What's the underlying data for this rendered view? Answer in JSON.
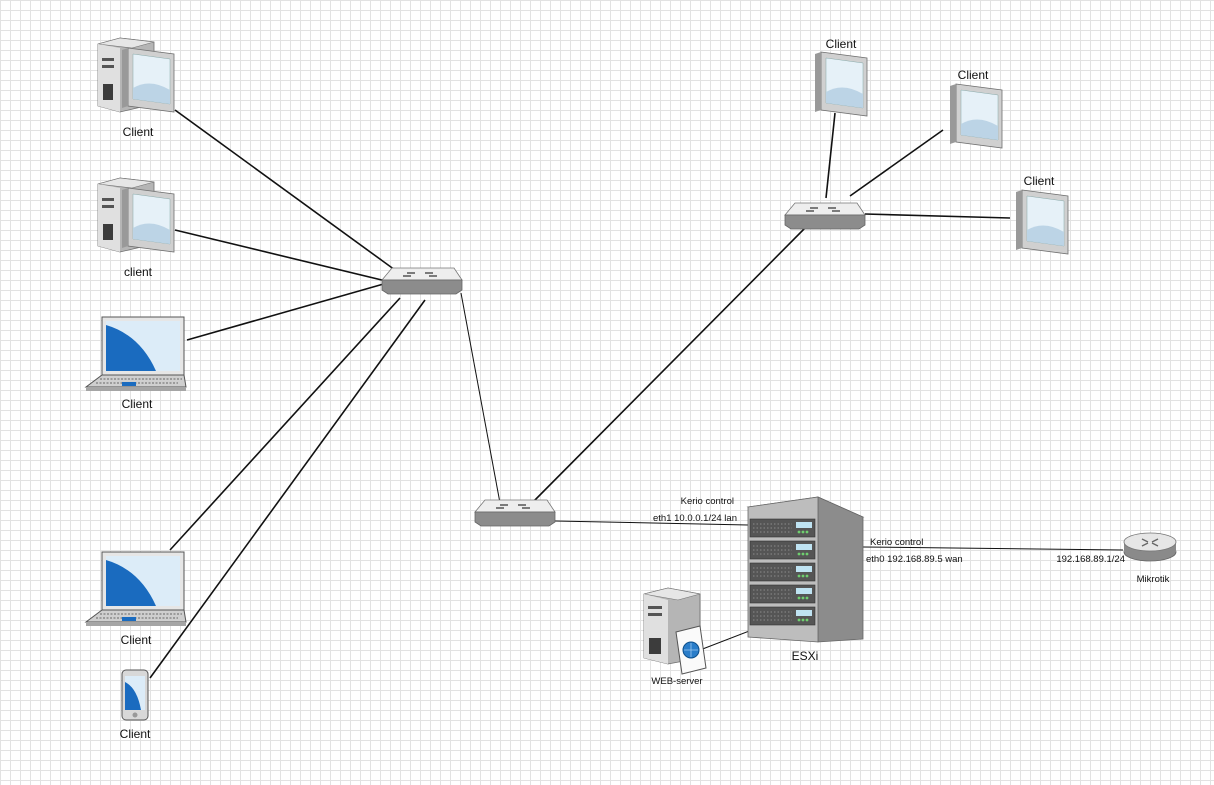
{
  "nodes": {
    "client_pc_1": "Client",
    "client_pc_2": "client",
    "client_laptop_1": "Client",
    "client_laptop_2": "Client",
    "client_phone": "Client",
    "client_pc_r1": "Client",
    "client_pc_r2": "Client",
    "client_pc_r3": "Client",
    "esxi": "ESXi",
    "web_server": "WEB-server",
    "mikrotik": "Mikrotik"
  },
  "links": {
    "lan_title": "Kerio control",
    "lan_iface": "eth1 10.0.0.1/24 lan",
    "wan_title": "Kerio control",
    "wan_iface": "eth0 192.168.89.5 wan",
    "mikrotik_ip": "192.168.89.1/24"
  },
  "icons": {
    "client_pc": "desktop-computer-icon",
    "client_laptop": "laptop-icon",
    "client_phone": "smartphone-icon",
    "switch": "network-switch-icon",
    "esxi": "server-rack-icon",
    "web_server": "web-server-icon",
    "router": "router-icon"
  }
}
